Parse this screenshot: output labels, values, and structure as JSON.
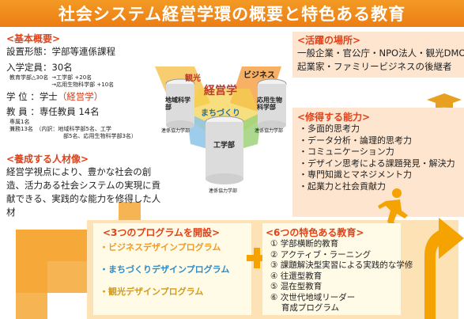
{
  "title": "社会システム経営学環の概要と特色ある教育",
  "basic": {
    "heading": "<基本概要>",
    "form_label": "設置形態：",
    "form_value": "学部等連係課程",
    "capacity_label": "入学定員：",
    "capacity_value": "30名",
    "capacity_note_1": "教育学部△30名",
    "capacity_note_2": "→工学部 +20名",
    "capacity_note_3": "→応用生物科学部 +10名",
    "degree_label": "学 位 ：",
    "degree_value": "学士",
    "degree_field": "（経営学）",
    "faculty_label": "教 員 ：",
    "faculty_value": "専任教員 14名",
    "faculty_note_1": "専属1名",
    "faculty_note_2": "兼務13名　（内訳：地域科学部5名、工学",
    "faculty_note_3": "部5名、応用生物科学部3名）"
  },
  "jinzai": {
    "heading": "<養成する人材像>",
    "body": "経営学視点により、豊かな社会の創造、活力ある社会システムの実現に貢献できる、実践的な能力を修得した人材"
  },
  "katsuyaku": {
    "heading": "<活躍の場所>",
    "line1": "一般企業・官公庁・NPO法人・観光DMO",
    "line2": "起業家・ファミリービジネスの後継者"
  },
  "noryoku": {
    "heading": "<修得する能力>",
    "items": [
      "・多面的思考力",
      "・データ分析・論理的思考力",
      "・コミュニケーション力",
      "・デザイン思考による課題発見・解決力",
      "・専門知識とマネジメント力",
      "・起業力と社会貢献力"
    ]
  },
  "diagram": {
    "kanko": "観光",
    "business": "ビジネス",
    "keieigaku": "経営学",
    "machizukuri": "まちづくり",
    "chiiki": "地域科学部",
    "kougakubu": "工学部",
    "ouyou": "応用生物科学部",
    "kyoryoku_1": "連係協力学部",
    "kyoryoku_2": "連係協力学部",
    "kyoryoku_3": "連係協力学部"
  },
  "programs": {
    "heading": "<3つのプログラムを開設>",
    "items": [
      "・ビジネスデザインプログラム",
      "・まちづくりデザインプログラム",
      "・観光デザインプログラム"
    ]
  },
  "features": {
    "heading": "<6つの特色ある教育>",
    "items": [
      "① 学部横断的教育",
      "② アクティブ・ラーニング",
      "③ 課題解決型実習による実践的な学修",
      "④ 往還型教育",
      "⑤ 混在型教育",
      "⑥ 次世代地域リーダー",
      "　 育成プログラム"
    ]
  },
  "colors": {
    "orange": "#ec7d14",
    "heading_red": "#e0421a",
    "blue": "#2f8bc9",
    "yellow": "#f5a300"
  }
}
